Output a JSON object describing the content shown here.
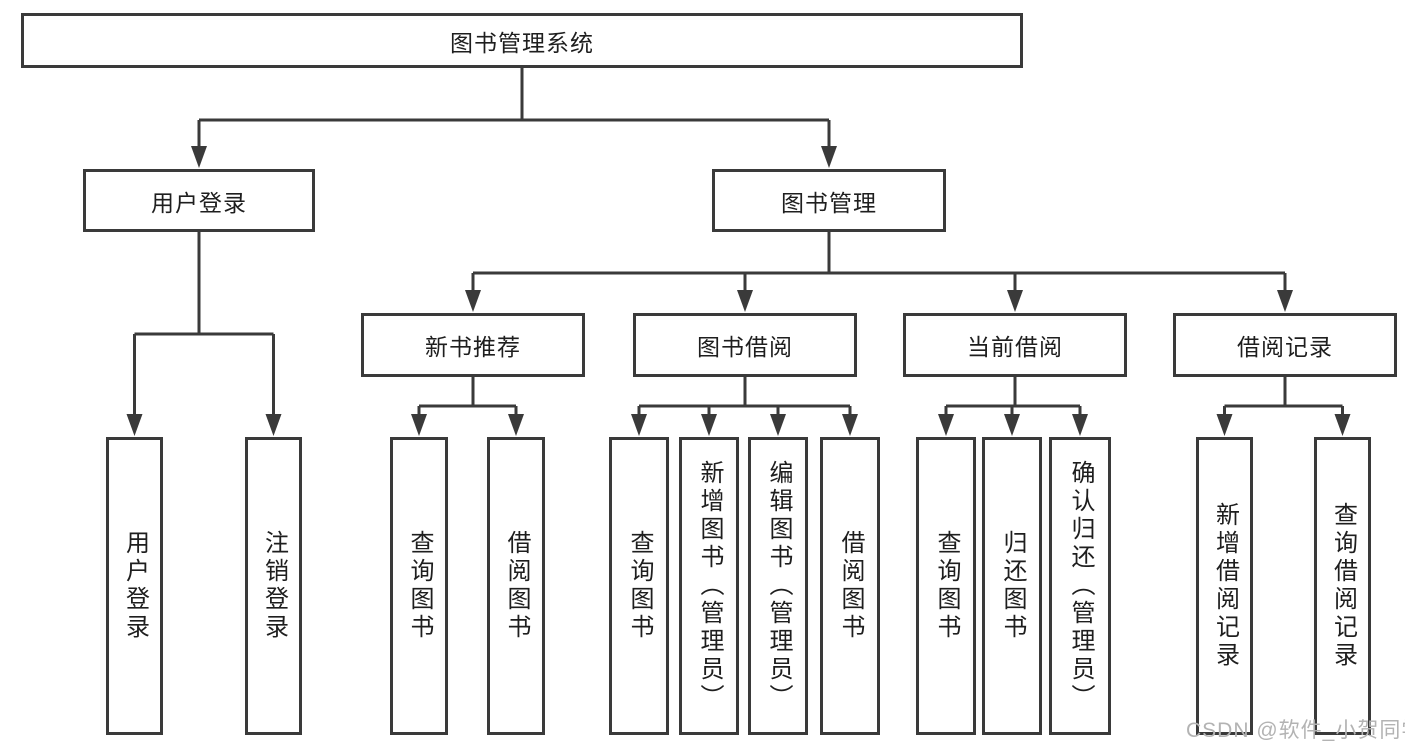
{
  "diagram": {
    "colors": {
      "line": "#3a3a3a",
      "text": "#1e1e1e",
      "background": "#ffffff",
      "watermark": "#b3b3b3"
    },
    "root": {
      "label": "图书管理系统"
    },
    "level2": [
      {
        "label": "用户登录"
      },
      {
        "label": "图书管理"
      }
    ],
    "level3": [
      {
        "label": "新书推荐"
      },
      {
        "label": "图书借阅"
      },
      {
        "label": "当前借阅"
      },
      {
        "label": "借阅记录"
      }
    ],
    "leaves": {
      "user_login": [
        {
          "label": "用户登录"
        },
        {
          "label": "注销登录"
        }
      ],
      "new_book": [
        {
          "label": "查询图书"
        },
        {
          "label": "借阅图书"
        }
      ],
      "book_borrow": [
        {
          "label": "查询图书"
        },
        {
          "label": "新增图书（管理员）"
        },
        {
          "label": "编辑图书（管理员）"
        },
        {
          "label": "借阅图书"
        }
      ],
      "current_borrow": [
        {
          "label": "查询图书"
        },
        {
          "label": "归还图书"
        },
        {
          "label": "确认归还（管理员）"
        }
      ],
      "borrow_records": [
        {
          "label": "新增借阅记录"
        },
        {
          "label": "查询借阅记录"
        }
      ]
    }
  },
  "watermark": {
    "text": "CSDN @软件_小贺同学"
  }
}
